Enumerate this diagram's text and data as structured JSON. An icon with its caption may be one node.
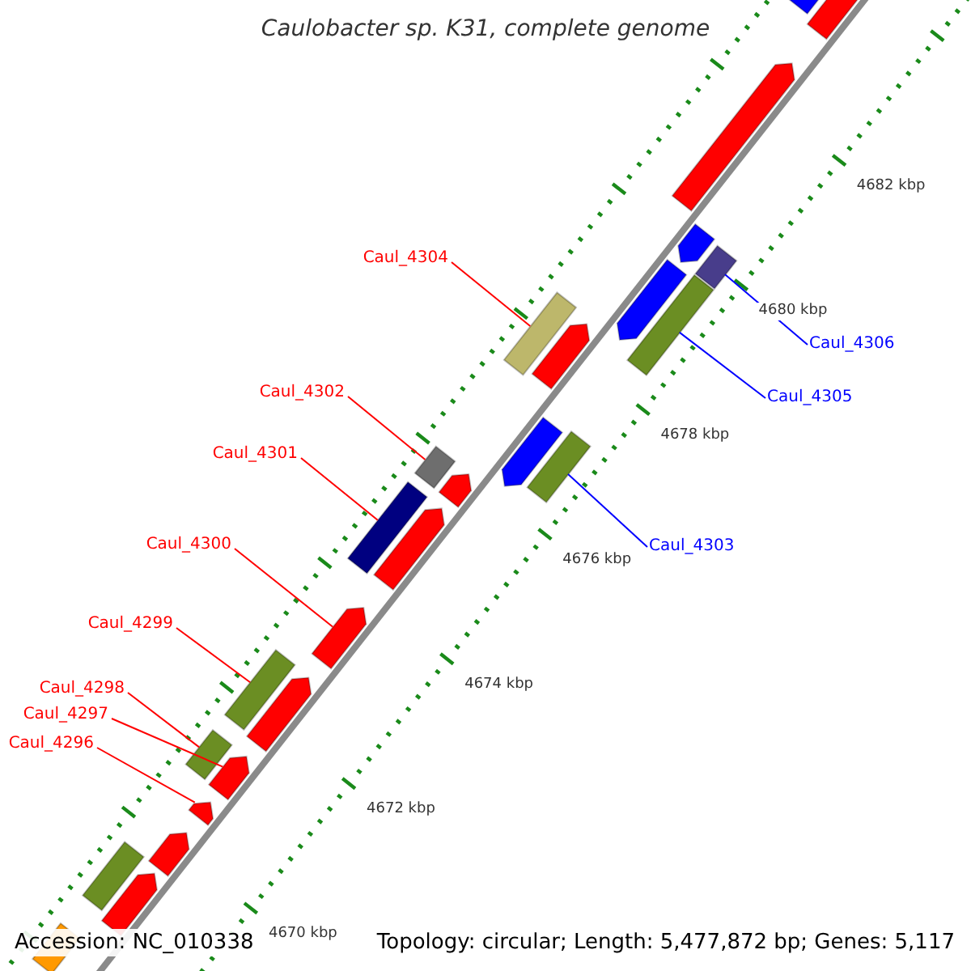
{
  "diagram": {
    "title": "Caulobacter sp. K31, complete genome",
    "nodes": [
      {
        "text": [
          "Caul_4304"
        ]
      },
      {
        "text": [
          "Caul_4302"
        ]
      },
      {
        "text": [
          "Caul_4301"
        ]
      },
      {
        "text": [
          "Caul_4300"
        ]
      },
      {
        "text": [
          "Caul_4299"
        ]
      },
      {
        "text": [
          "Caul_4298"
        ]
      },
      {
        "text": [
          "Caul_4297"
        ]
      },
      {
        "text": [
          "Caul_4296"
        ]
      },
      {
        "text": [
          "Caul_4306"
        ]
      },
      {
        "text": [
          "Caul_4305"
        ]
      },
      {
        "text": [
          "Caul_4303"
        ]
      },
      {
        "text": [],
        "shape": "bar"
      },
      {
        "text": [],
        "shape": "bar"
      },
      {
        "text": [],
        "shape": "pentagon"
      },
      {
        "text": [],
        "shape": "pentagon"
      },
      {
        "text": [],
        "shape": "pentagon"
      },
      {
        "text": [],
        "shape": "pentagon"
      },
      {
        "text": [],
        "shape": "bar"
      },
      {
        "text": [],
        "shape": "pentagon"
      },
      {
        "text": [],
        "shape": "bar"
      },
      {
        "text": [],
        "shape": "pentagon"
      },
      {
        "text": [],
        "shape": "pentagon"
      },
      {
        "text": [],
        "shape": "bar"
      },
      {
        "text": [],
        "shape": "pentagon"
      },
      {
        "text": [],
        "shape": "bar"
      },
      {
        "text": [],
        "shape": "pentagon"
      },
      {
        "text": [],
        "shape": "bar"
      },
      {
        "text": [],
        "shape": "pentagon"
      },
      {
        "text": [],
        "shape": "pentagon"
      },
      {
        "text": [],
        "shape": "bar"
      },
      {
        "text": [],
        "shape": "pentagon"
      },
      {
        "text": [],
        "shape": "bar"
      },
      {
        "text": [],
        "shape": "pentagon"
      },
      {
        "text": [],
        "shape": "bar"
      },
      {
        "text": [],
        "shape": "pentagon"
      },
      {
        "text": [],
        "shape": "bar"
      }
    ],
    "edges": [
      {
        "from": 0,
        "to": 26,
        "arrow": "none"
      },
      {
        "from": 1,
        "to": 24,
        "arrow": "none"
      },
      {
        "from": 2,
        "to": 22,
        "arrow": "none"
      },
      {
        "from": 3,
        "to": 20,
        "arrow": "none"
      },
      {
        "from": 4,
        "to": 19,
        "arrow": "none"
      },
      {
        "from": 5,
        "to": 17,
        "arrow": "none"
      },
      {
        "from": 6,
        "to": 16,
        "arrow": "none"
      },
      {
        "from": 7,
        "to": 15,
        "arrow": "none"
      },
      {
        "from": 8,
        "to": 35,
        "arrow": "none",
        "color": "#0000ff"
      },
      {
        "from": 9,
        "to": 33,
        "arrow": "none",
        "color": "#0000ff"
      },
      {
        "from": 10,
        "to": 31,
        "arrow": "none",
        "color": "#0000ff"
      }
    ],
    "labels": [
      "4682 kbp",
      "4680 kbp",
      "4678 kbp",
      "4676 kbp",
      "4674 kbp",
      "4672 kbp",
      "4670 kbp",
      "Accession: NC_010338",
      "Topology: circular; Length: 5,477,872 bp; Genes: 5,117"
    ]
  }
}
